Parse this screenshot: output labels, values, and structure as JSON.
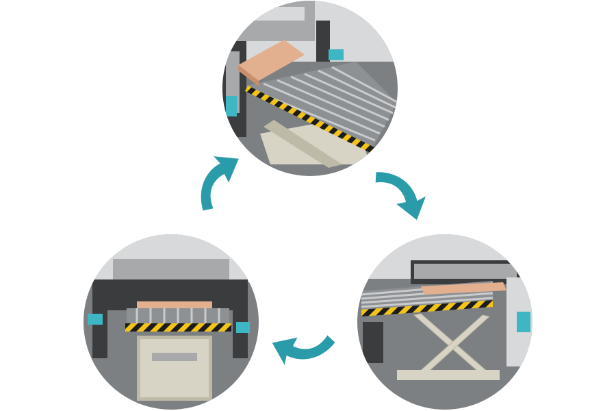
{
  "diagram": {
    "type": "cycle",
    "steps": [
      {
        "id": "step-top",
        "scene": "press-feeding",
        "lift_state": "raised",
        "has_sheet_stack": true
      },
      {
        "id": "step-right",
        "scene": "press-feeding-side",
        "lift_state": "lowered",
        "has_sheet_stack": true
      },
      {
        "id": "step-left",
        "scene": "press-front",
        "lift_state": "raised",
        "has_sheet_stack": true
      }
    ],
    "arrows": [
      {
        "from": "step-left",
        "to": "step-top",
        "icon": "curved-arrow-icon"
      },
      {
        "from": "step-top",
        "to": "step-right",
        "icon": "curved-arrow-icon"
      },
      {
        "from": "step-right",
        "to": "step-left",
        "icon": "curved-arrow-icon"
      }
    ]
  },
  "colors": {
    "arrow": "#2a9ba8",
    "circle_bg": "#7d8083",
    "machine_light": "#d8d9da",
    "machine_mid": "#a7a9ab",
    "machine_dark": "#3a3c3e",
    "hazard_yellow": "#f2c418",
    "hazard_black": "#1c1c1c",
    "sheet_copper": "#e3b08f",
    "scissor_beige": "#d8d4c5",
    "accent_teal": "#3fb6c3"
  }
}
